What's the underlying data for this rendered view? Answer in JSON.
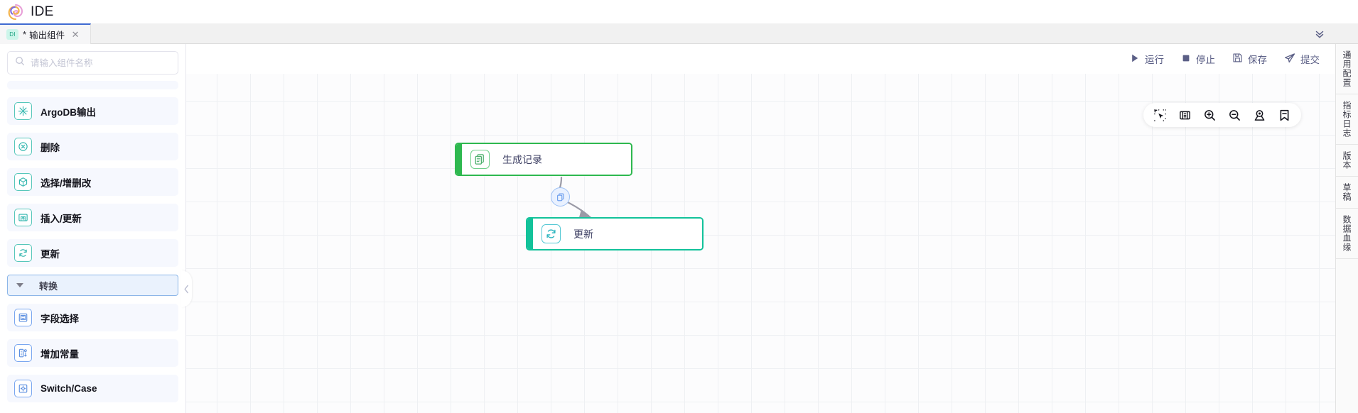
{
  "app": {
    "title": "IDE",
    "logo_icon": "spiral-logo-icon"
  },
  "tabbar": {
    "tabs": [
      {
        "badge": "DI",
        "dirty_marker": "*",
        "title": "输出组件",
        "close_icon": "close-icon"
      }
    ],
    "collapse_icon": "chevron-double-down-icon"
  },
  "sidebar": {
    "search": {
      "placeholder": "请输入组件名称",
      "value": "",
      "icon": "search-icon"
    },
    "items": [
      {
        "label": "ArgoDB输出",
        "icon": "argodb-output-icon",
        "tone": "teal"
      },
      {
        "label": "删除",
        "icon": "delete-icon",
        "tone": "teal"
      },
      {
        "label": "选择/增删改",
        "icon": "select-crud-icon",
        "tone": "teal"
      },
      {
        "label": "插入/更新",
        "icon": "insert-update-icon",
        "tone": "teal"
      },
      {
        "label": "更新",
        "icon": "update-icon",
        "tone": "teal"
      }
    ],
    "group": {
      "label": "转换",
      "caret_icon": "caret-down-icon",
      "expanded": true
    },
    "group_items": [
      {
        "label": "字段选择",
        "icon": "field-select-icon",
        "tone": "blue"
      },
      {
        "label": "增加常量",
        "icon": "add-constant-icon",
        "tone": "blue"
      },
      {
        "label": "Switch/Case",
        "icon": "switch-case-icon",
        "tone": "blue"
      }
    ],
    "collapse_handle_icon": "chevron-left-icon"
  },
  "toolbar": {
    "actions": [
      {
        "label": "运行",
        "icon": "play-icon"
      },
      {
        "label": "停止",
        "icon": "stop-icon"
      },
      {
        "label": "保存",
        "icon": "save-icon"
      },
      {
        "label": "提交",
        "icon": "submit-icon"
      }
    ]
  },
  "canvas": {
    "toolbar_buttons": [
      {
        "icon": "select-area-icon",
        "active": true
      },
      {
        "icon": "fit-view-icon",
        "active": false
      },
      {
        "icon": "zoom-in-icon",
        "active": false
      },
      {
        "icon": "zoom-out-icon",
        "active": false
      },
      {
        "icon": "locate-icon",
        "active": false
      },
      {
        "icon": "bookmark-minus-icon",
        "active": false
      }
    ],
    "nodes": [
      {
        "id": "generate",
        "label": "生成记录",
        "icon": "generate-record-icon",
        "accent_color": "#2eb84f"
      },
      {
        "id": "update",
        "label": "更新",
        "icon": "update-node-icon",
        "accent_color": "#12c29a"
      }
    ],
    "edge": {
      "badge_icon": "copy-layers-icon"
    }
  },
  "rightrail": {
    "items": [
      {
        "label": "通用配置"
      },
      {
        "label": "指标日志"
      },
      {
        "label": "版本"
      },
      {
        "label": "草稿"
      },
      {
        "label": "数据血缘"
      }
    ]
  },
  "colors": {
    "tab_active_top": "#3f6ad1",
    "badge_bg": "#ccf5ea",
    "badge_fg": "#18a07e",
    "node_green": "#2eb84f",
    "node_teal": "#12c29a",
    "group_border": "#8cb6e8"
  }
}
